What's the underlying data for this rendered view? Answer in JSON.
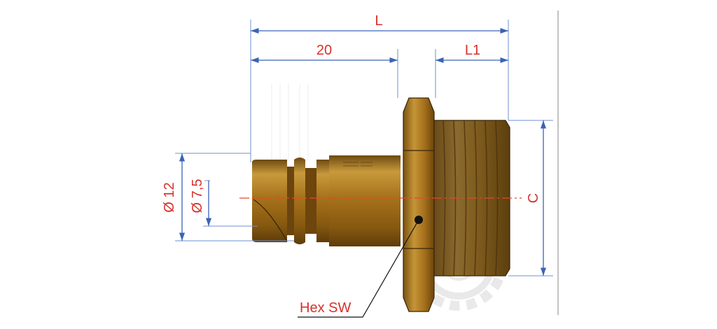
{
  "drawing": {
    "dimensions": {
      "overall_length": "L",
      "plug_length": "20",
      "thread_length": "L1",
      "outer_diameter": "Ø 12",
      "inner_diameter": "Ø 7,5",
      "thread_size": "C"
    },
    "callout": "Hex SW",
    "watermark_icon": "gear-c-logo-watermark"
  },
  "colors": {
    "dimension_line": "#3a63b8",
    "dimension_text": "#d6322a",
    "centerline": "#e2492e",
    "brass": "#a8731c"
  }
}
